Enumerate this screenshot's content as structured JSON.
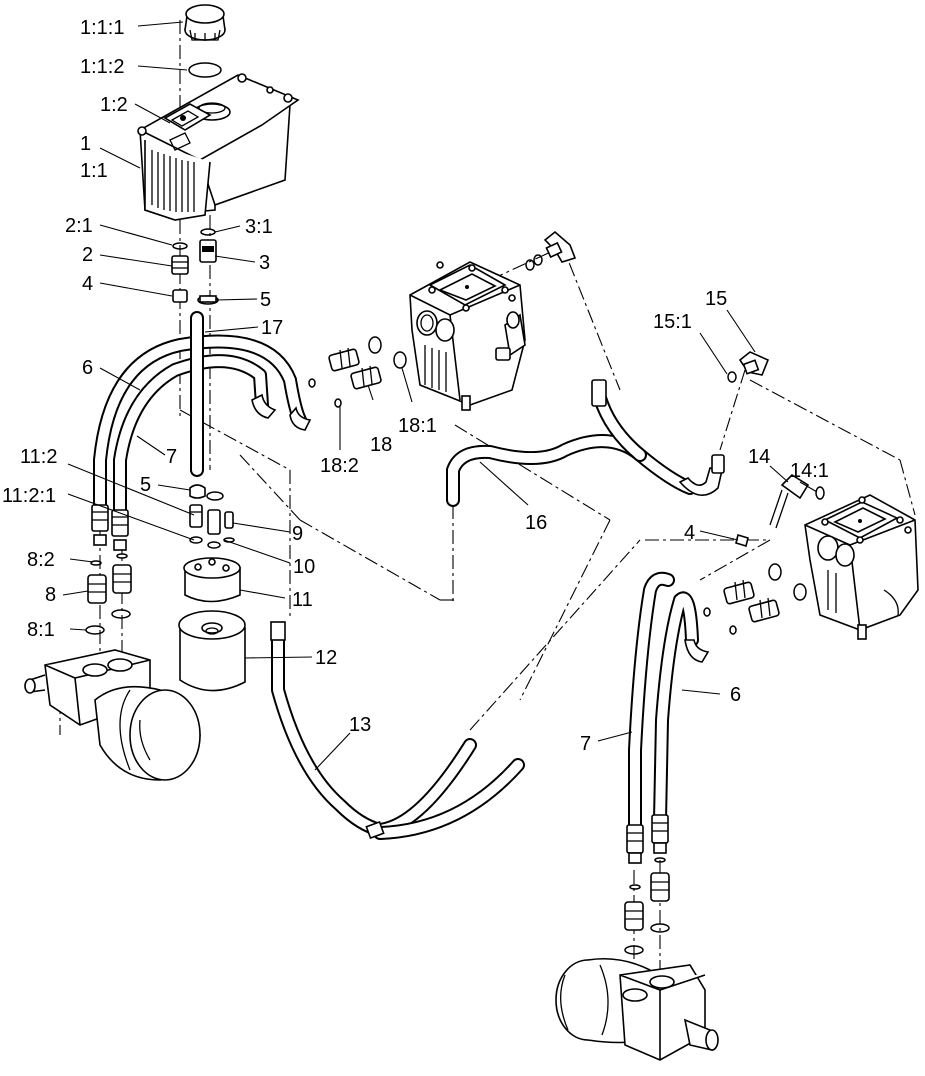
{
  "callouts": {
    "c_1_1_1": "1:1:1",
    "c_1_1_2": "1:1:2",
    "c_1_2": "1:2",
    "c_1": "1",
    "c_1_1": "1:1",
    "c_2_1": "2:1",
    "c_3_1": "3:1",
    "c_2": "2",
    "c_3": "3",
    "c_4a": "4",
    "c_5a": "5",
    "c_17": "17",
    "c_6a": "6",
    "c_7a": "7",
    "c_11_2": "11:2",
    "c_5b": "5",
    "c_11_2_1": "11:2:1",
    "c_9": "9",
    "c_10": "10",
    "c_11": "11",
    "c_8_2": "8:2",
    "c_8": "8",
    "c_8_1": "8:1",
    "c_12": "12",
    "c_13": "13",
    "c_18_2": "18:2",
    "c_18": "18",
    "c_18_1": "18:1",
    "c_16": "16",
    "c_15": "15",
    "c_15_1": "15:1",
    "c_14": "14",
    "c_14_1": "14:1",
    "c_4b": "4",
    "c_6b": "6",
    "c_7b": "7"
  }
}
